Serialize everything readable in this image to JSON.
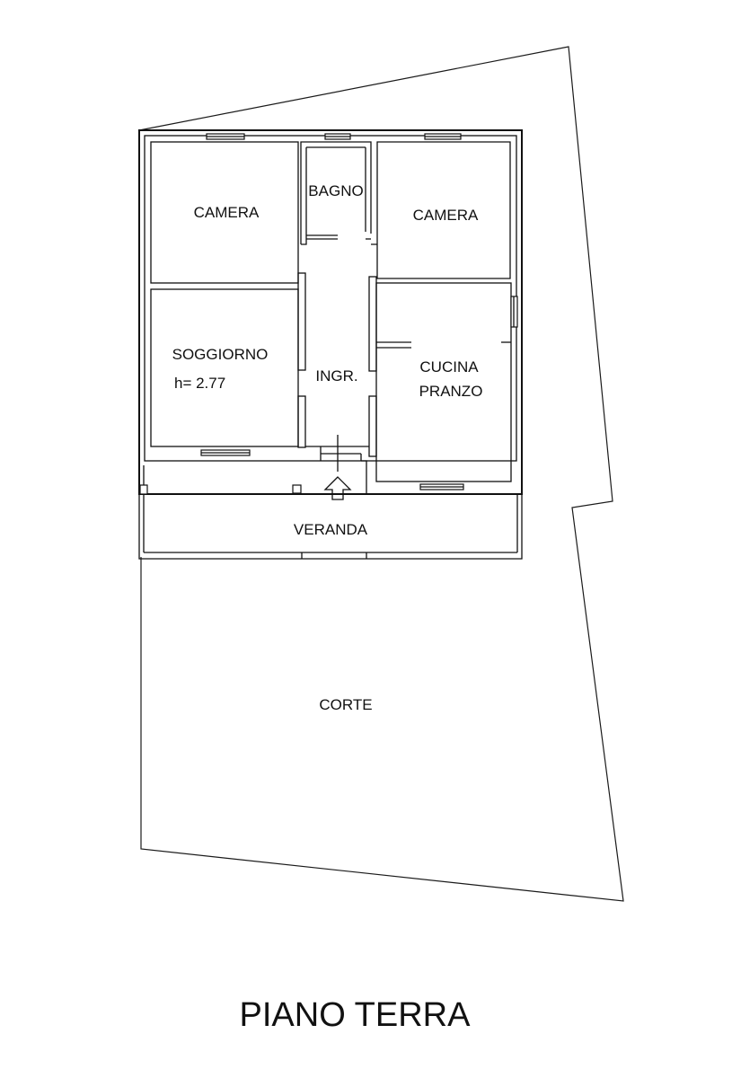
{
  "title": "PIANO TERRA",
  "rooms": {
    "camera_left": "CAMERA",
    "bagno": "BAGNO",
    "camera_right": "CAMERA",
    "soggiorno": "SOGGIORNO",
    "soggiorno_height": "h= 2.77",
    "ingresso": "INGR.",
    "cucina": "CUCINA",
    "pranzo": "PRANZO",
    "veranda": "VERANDA",
    "corte": "CORTE"
  },
  "icons": {
    "entrance": "entrance-arrow-icon"
  }
}
